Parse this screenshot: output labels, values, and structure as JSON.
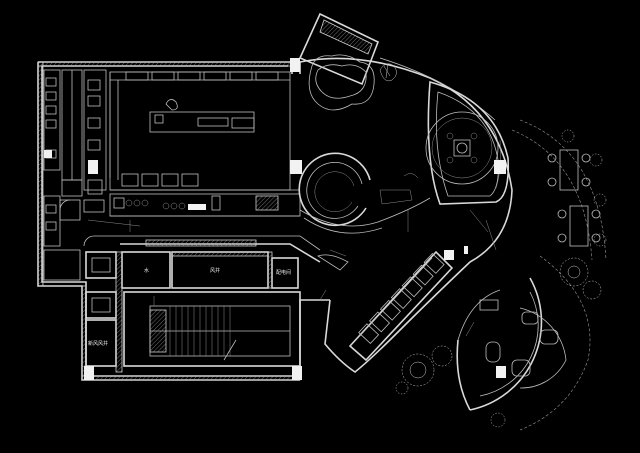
{
  "labels": {
    "room_small": "水",
    "room_mid": "风井",
    "room_right": "配电间",
    "room_bottom": "新风风井"
  }
}
